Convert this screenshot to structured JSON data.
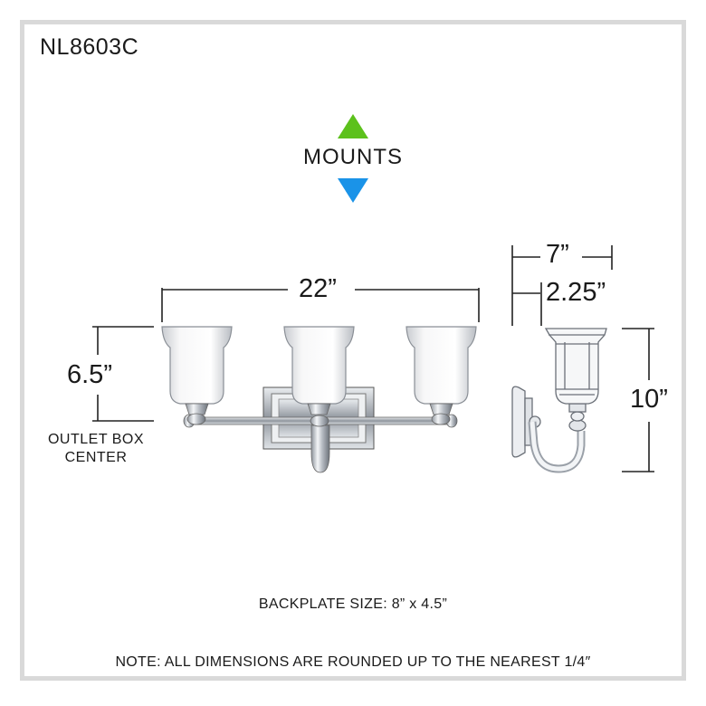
{
  "model": "NL8603C",
  "mounts_label": "MOUNTS",
  "mount_colors": {
    "up": "#5cc11c",
    "down": "#1a93e8"
  },
  "dimensions": {
    "width": "22”",
    "height": "6.5”",
    "depth": "7”",
    "backplate_depth": "2.25”",
    "side_height": "10”"
  },
  "outlet_label": [
    "OUTLET BOX",
    "CENTER"
  ],
  "backplate": "BACKPLATE SIZE: 8” x 4.5”",
  "note": "NOTE:  ALL DIMENSIONS ARE ROUNDED UP TO THE NEAREST  1/4″"
}
